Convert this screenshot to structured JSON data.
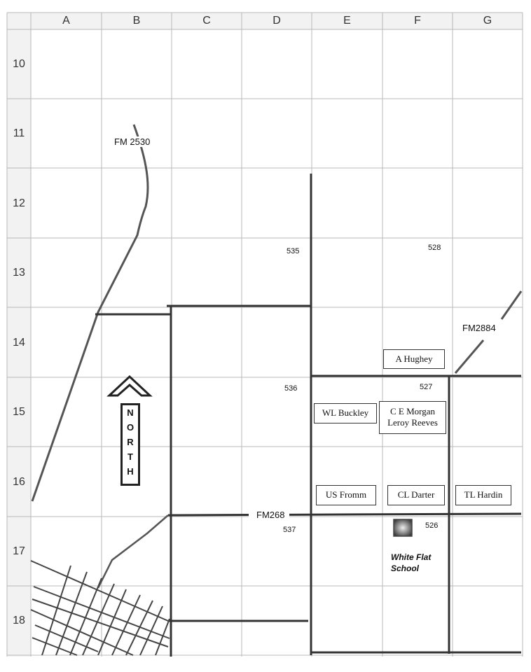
{
  "columns": [
    "A",
    "B",
    "C",
    "D",
    "E",
    "F",
    "G"
  ],
  "rows": [
    "10",
    "11",
    "12",
    "13",
    "14",
    "15",
    "16",
    "17",
    "18"
  ],
  "roads": {
    "fm2530": "FM 2530",
    "fm2884": "FM2884",
    "fm268": "FM268"
  },
  "section_numbers": {
    "s535": "535",
    "s528": "528",
    "s536": "536",
    "s527": "527",
    "s537": "537",
    "s526": "526"
  },
  "landowners": {
    "hughey": "A Hughey",
    "buckley": "WL Buckley",
    "morgan": "C E Morgan",
    "reeves": "Leroy Reeves",
    "fromm": "US Fromm",
    "darter": "CL Darter",
    "hardin": "TL Hardin"
  },
  "school": {
    "line1": "White Flat",
    "line2": "School"
  },
  "north_letters": [
    "N",
    "O",
    "R",
    "T",
    "H"
  ],
  "colors": {
    "grid": "#b8b8b8",
    "road": "#333333",
    "header_bg": "#f2f2f2"
  }
}
